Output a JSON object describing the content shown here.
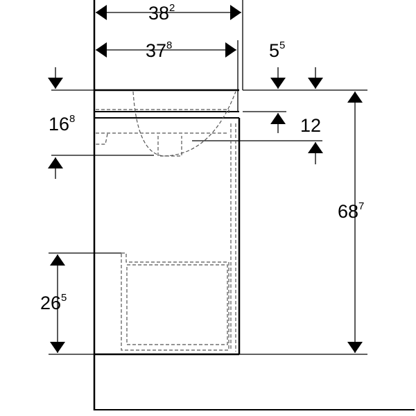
{
  "dimensions": {
    "overall_width": {
      "main": "38",
      "sup": "2"
    },
    "basin_width": {
      "main": "37",
      "sup": "8"
    },
    "overhang": {
      "main": "5",
      "sup": "5"
    },
    "top_to_cabinet": {
      "main": "16",
      "sup": "8"
    },
    "basin_rim": {
      "main": "12",
      "sup": ""
    },
    "total_height": {
      "main": "68",
      "sup": "7"
    },
    "drawer_height": {
      "main": "26",
      "sup": "5"
    }
  },
  "colors": {
    "line": "#000000",
    "hidden_line": "#555555"
  }
}
